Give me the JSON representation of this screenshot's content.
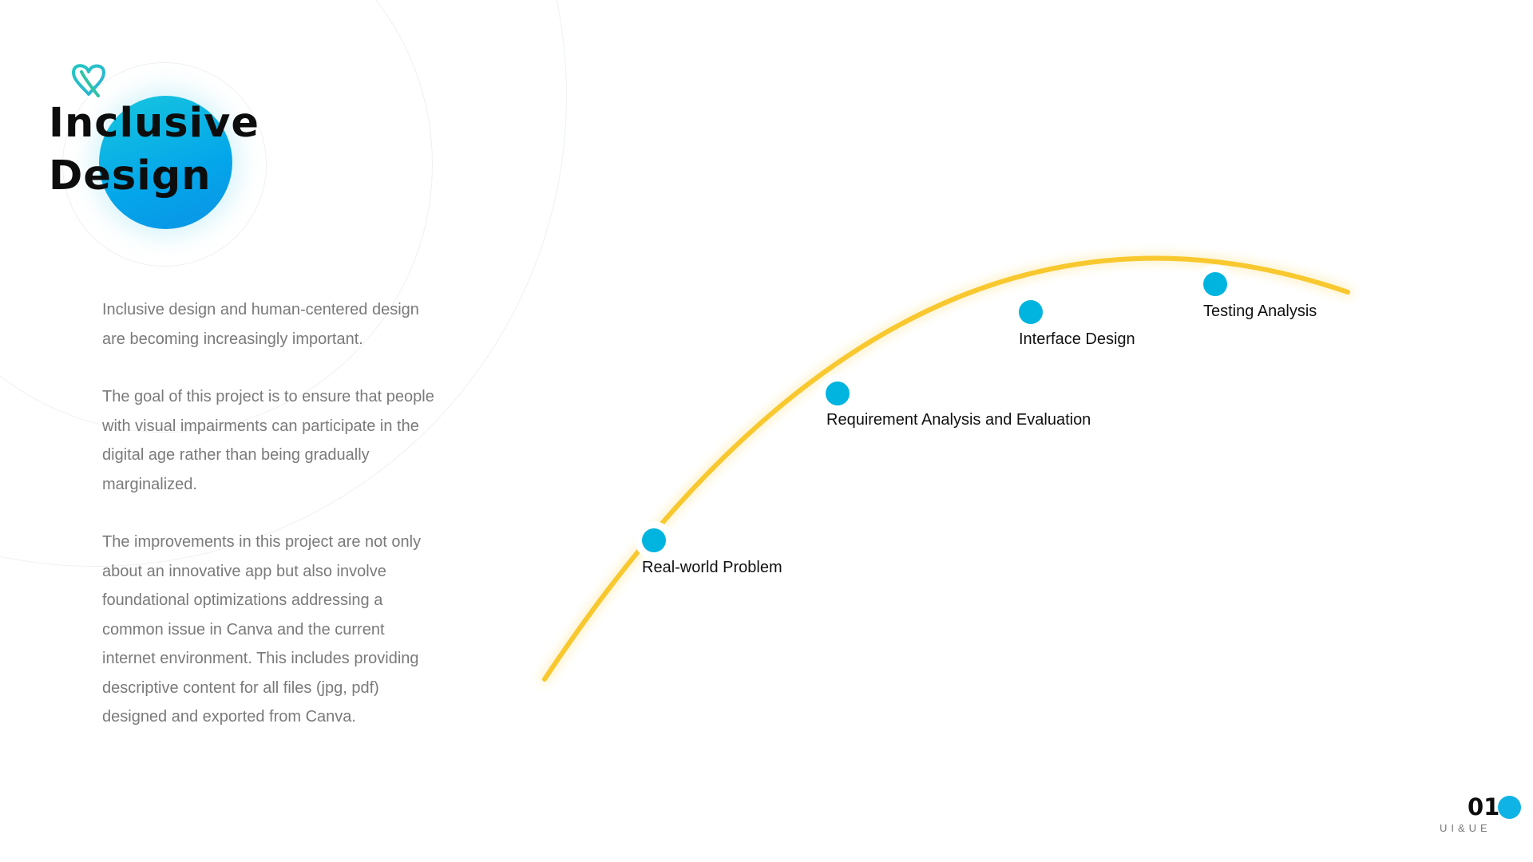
{
  "header": {
    "logo_icon": "heart-outline-icon",
    "title_line1": "Inclusive",
    "title_line2": "Design"
  },
  "description": {
    "paragraphs": [
      "Inclusive design and human-centered design are becoming increasingly important.",
      "The goal of this project is to ensure that people with visual impairments can participate in the digital age rather than being gradually marginalized.",
      "The improvements in this project are not only about an innovative app but also involve foundational optimizations addressing a common issue in Canva and the current internet environment. This includes providing descriptive content for all files (jpg, pdf) designed and exported from Canva."
    ]
  },
  "timeline": {
    "stages": [
      "Real-world Problem",
      "Requirement Analysis and Evaluation",
      "Interface Design",
      "Testing Analysis"
    ]
  },
  "footer": {
    "page_number": "01",
    "caption": "UI&UE"
  },
  "colors": {
    "accent_blue": "#04a6ea",
    "node_blue": "#00b4e0",
    "curve_yellow": "#f8c82e",
    "title_text": "#0d0d0d",
    "body_text": "#7a7a7a"
  }
}
